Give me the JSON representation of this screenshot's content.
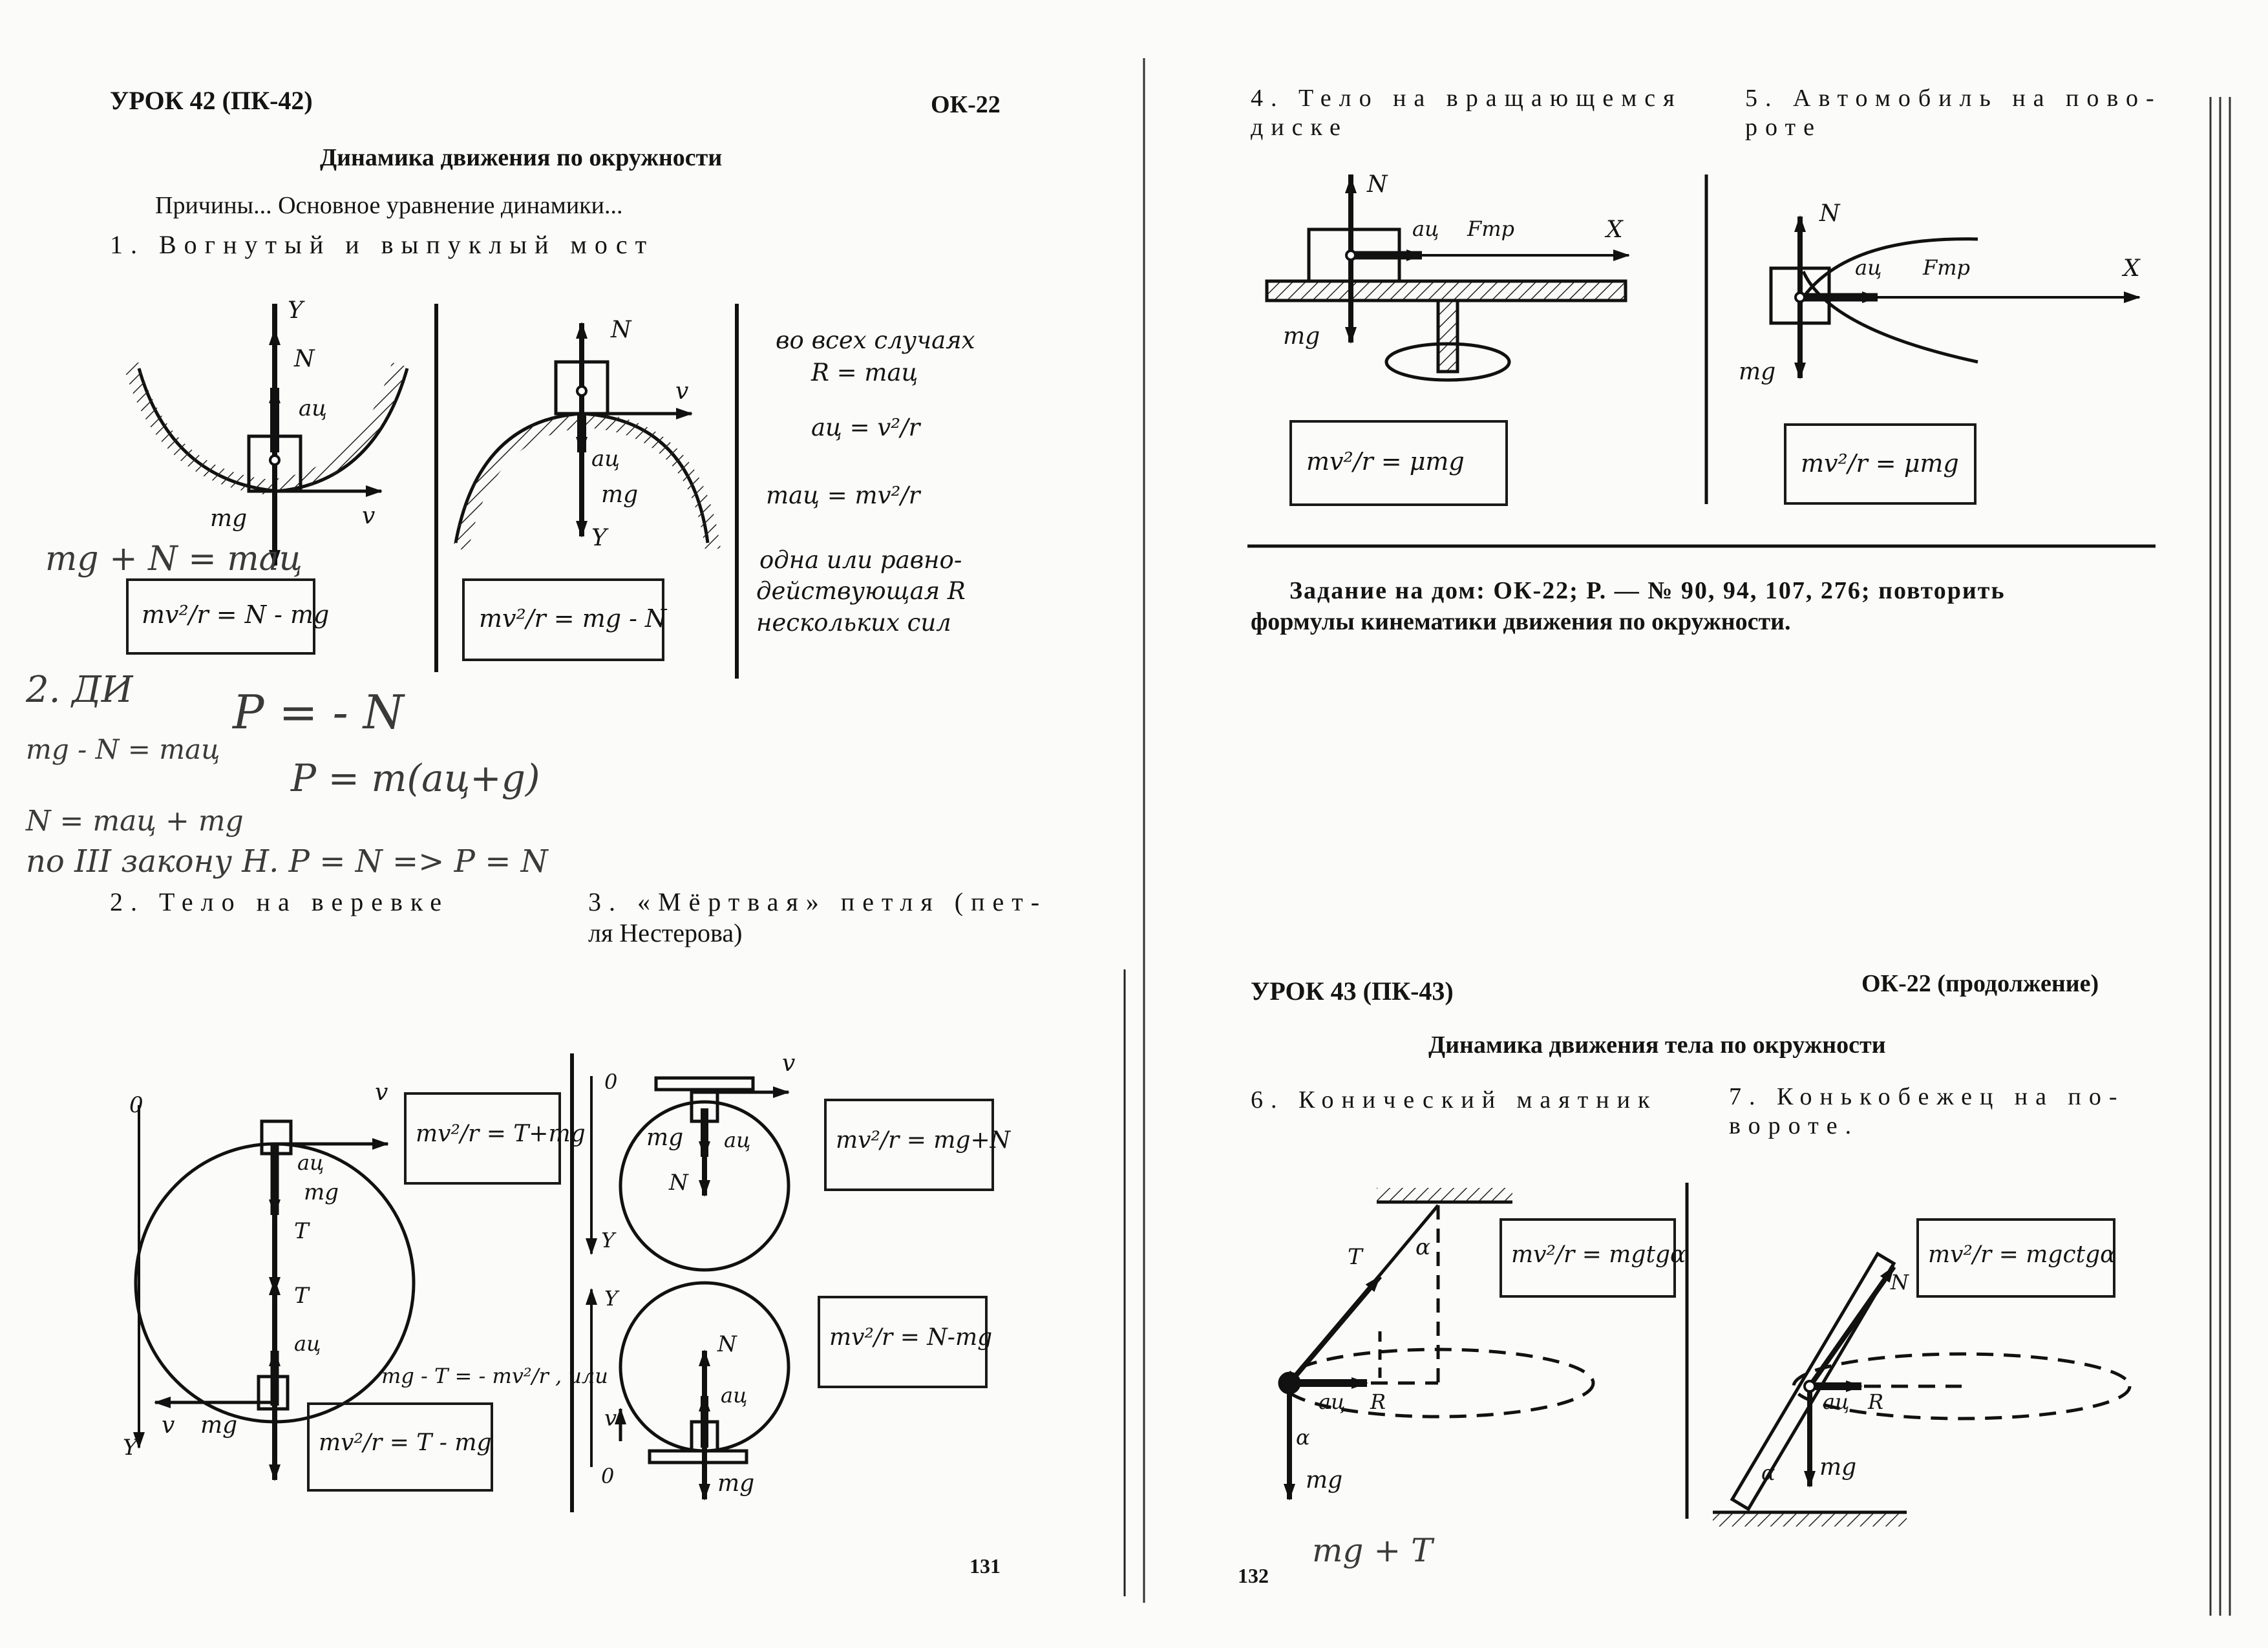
{
  "left_page": {
    "lesson": "УРОК 42 (ПК-42)",
    "ok": "ОК-22",
    "topic": "Динамика движения по окружности",
    "subtitle": "Причины... Основное уравнение динамики...",
    "sec1": "1. Вогнутый и выпуклый мост",
    "note": [
      "во всех случаях",
      "R = maц",
      "aц = v²/r",
      "maц = mv²/r",
      "одна или равно-",
      "действующая R",
      "нескольких сил"
    ],
    "eq1": "mv²/r = N - mg",
    "eq2": "mv²/r = mg - N",
    "sec2": "2. Тело на веревке",
    "sec3a": "3. «Мёртвая» петля (пет-",
    "sec3b": "ля Нестерова)",
    "eq3": "mv²/r = T+mg",
    "eq4": "mv²/r = T - mg",
    "eq_side": "mg - T = - mv²/r , или",
    "eq5": "mv²/r = mg+N",
    "eq6": "mv²/r = N-mg",
    "page_no": "131"
  },
  "right_page": {
    "sec4a": "4. Тело на вращающемся",
    "sec4b": "диске",
    "sec5a": "5. Автомобиль на пово-",
    "sec5b": "роте",
    "eq7": "mv²/r = μmg",
    "eq8": "mv²/r = μmg",
    "homework_a": "Задание на дом: ОК-22; Р. — № 90, 94, 107, 276; повторить",
    "homework_b": "формулы кинематики движения по окружности.",
    "lesson2": "УРОК 43 (ПК-43)",
    "ok2": "ОК-22 (продолжение)",
    "topic2": "Динамика движения тела по окружности",
    "sec6": "6. Конический маятник",
    "sec7a": "7. Конькобежец на по-",
    "sec7b": "вороте.",
    "eq9": "mv²/r = mgtgα",
    "eq10": "mv²/r = mgctgα",
    "page_no": "132"
  },
  "labels": {
    "N": "N",
    "mg": "mg",
    "v": "v",
    "a": "aц",
    "Y": "Y",
    "X": "X",
    "T": "T",
    "R": "R",
    "O": "0",
    "Ftr": "Fтр",
    "alpha": "α"
  },
  "handwriting": [
    "mg + N = maц",
    "2. ДИ",
    "P = - N",
    "P = m(aц+g)",
    "mg - N = maц",
    "N = maц + mg",
    "по III закону Н.  P = N  =>  P = N",
    "mg + T"
  ]
}
